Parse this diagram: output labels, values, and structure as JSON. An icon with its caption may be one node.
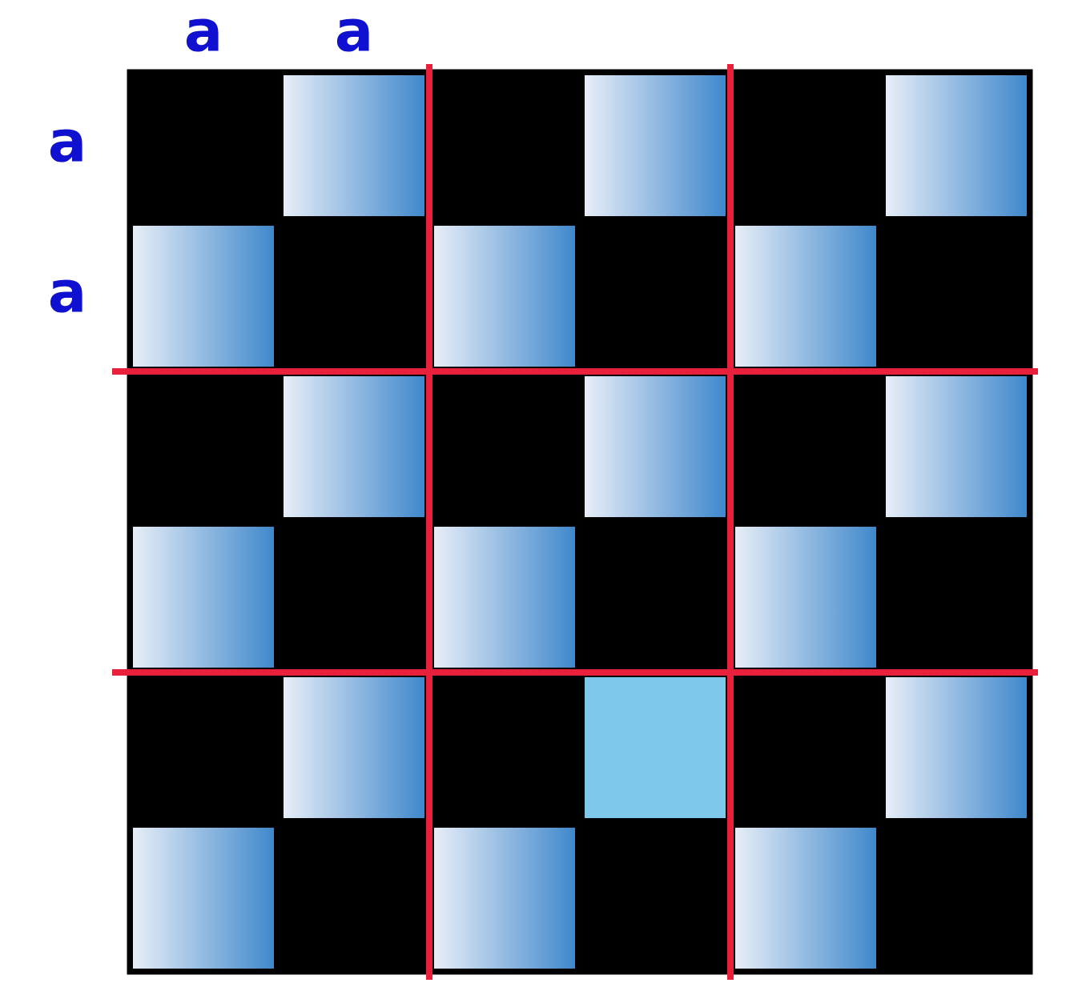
{
  "diagram": {
    "labels": [
      "a",
      "a",
      "a",
      "a"
    ]
  }
}
